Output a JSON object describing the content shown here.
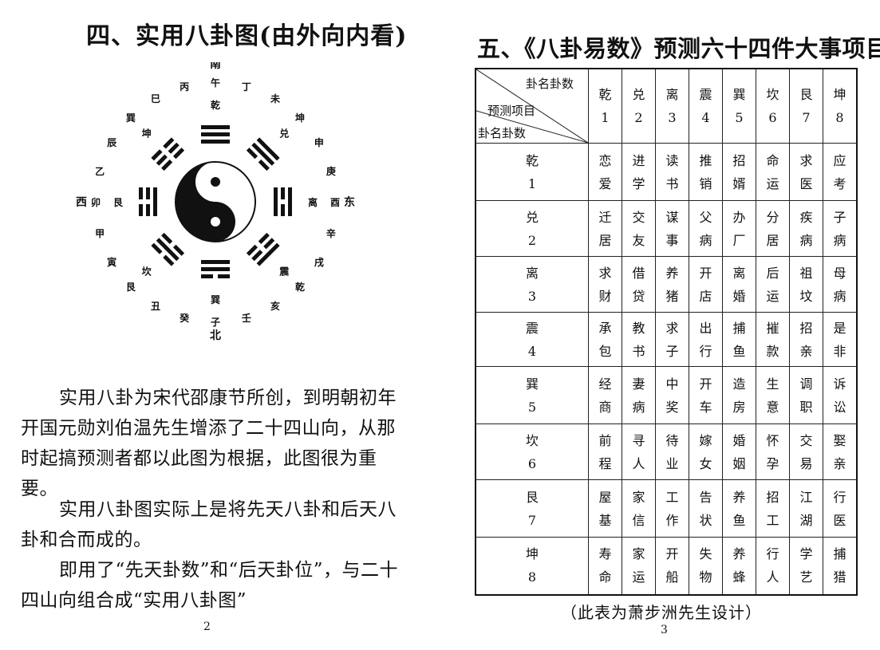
{
  "left_page": {
    "title": "四、实用八卦图(由外向内看)",
    "diagram": {
      "outer_ring": [
        "子",
        "癸",
        "丑",
        "艮",
        "寅",
        "甲",
        "卯",
        "乙",
        "辰",
        "巽",
        "巳",
        "丙",
        "午",
        "丁",
        "未",
        "坤",
        "申",
        "庚",
        "酉",
        "辛",
        "戌",
        "乾",
        "亥",
        "壬"
      ],
      "direction_labels": [
        "南",
        "北",
        "东",
        "西"
      ],
      "trigram_labels": [
        "乾",
        "兑",
        "离",
        "震",
        "巽",
        "坎",
        "艮",
        "坤"
      ],
      "center_symbol": "yin-yang-icon"
    },
    "paragraphs": [
      "实用八卦为宋代邵康节所创，到明朝初年开国元勋刘伯温先生增添了二十四山向，从那时起搞预测者都以此图为根据，此图很为重要。",
      "实用八卦图实际上是将先天八卦和后天八卦和合而成的。",
      "即用了“先天卦数”和“后天卦位”，与二十四山向组合成“实用八卦图”"
    ],
    "page_number": "2"
  },
  "right_page": {
    "title": "五、《八卦易数》预测六十四件大事项目表",
    "header_corner": {
      "top_right": "卦名卦数",
      "middle": "预测项目",
      "bottom_left": "卦名卦数"
    },
    "columns": [
      {
        "name": "乾",
        "num": "1"
      },
      {
        "name": "兑",
        "num": "2"
      },
      {
        "name": "离",
        "num": "3"
      },
      {
        "name": "震",
        "num": "4"
      },
      {
        "name": "巽",
        "num": "5"
      },
      {
        "name": "坎",
        "num": "6"
      },
      {
        "name": "艮",
        "num": "7"
      },
      {
        "name": "坤",
        "num": "8"
      }
    ],
    "rows": [
      {
        "name": "乾",
        "num": "1",
        "cells": [
          "恋爱",
          "进学",
          "读书",
          "推销",
          "招婿",
          "命运",
          "求医",
          "应考"
        ]
      },
      {
        "name": "兑",
        "num": "2",
        "cells": [
          "迁居",
          "交友",
          "谋事",
          "父病",
          "办厂",
          "分居",
          "疾病",
          "子病"
        ]
      },
      {
        "name": "离",
        "num": "3",
        "cells": [
          "求财",
          "借贷",
          "养猪",
          "开店",
          "离婚",
          "后运",
          "祖坟",
          "母病"
        ]
      },
      {
        "name": "震",
        "num": "4",
        "cells": [
          "承包",
          "教书",
          "求子",
          "出行",
          "捕鱼",
          "摧款",
          "招亲",
          "是非"
        ]
      },
      {
        "name": "巽",
        "num": "5",
        "cells": [
          "经商",
          "妻病",
          "中奖",
          "开车",
          "造房",
          "生意",
          "调职",
          "诉讼"
        ]
      },
      {
        "name": "坎",
        "num": "6",
        "cells": [
          "前程",
          "寻人",
          "待业",
          "嫁女",
          "婚姻",
          "怀孕",
          "交易",
          "娶亲"
        ]
      },
      {
        "name": "艮",
        "num": "7",
        "cells": [
          "屋基",
          "家信",
          "工作",
          "告状",
          "养鱼",
          "招工",
          "江湖",
          "行医"
        ]
      },
      {
        "name": "坤",
        "num": "8",
        "cells": [
          "寿命",
          "家运",
          "开船",
          "失物",
          "养蜂",
          "行人",
          "学艺",
          "捕猎"
        ]
      }
    ],
    "caption": "（此表为萧步洲先生设计）",
    "page_number": "3"
  }
}
